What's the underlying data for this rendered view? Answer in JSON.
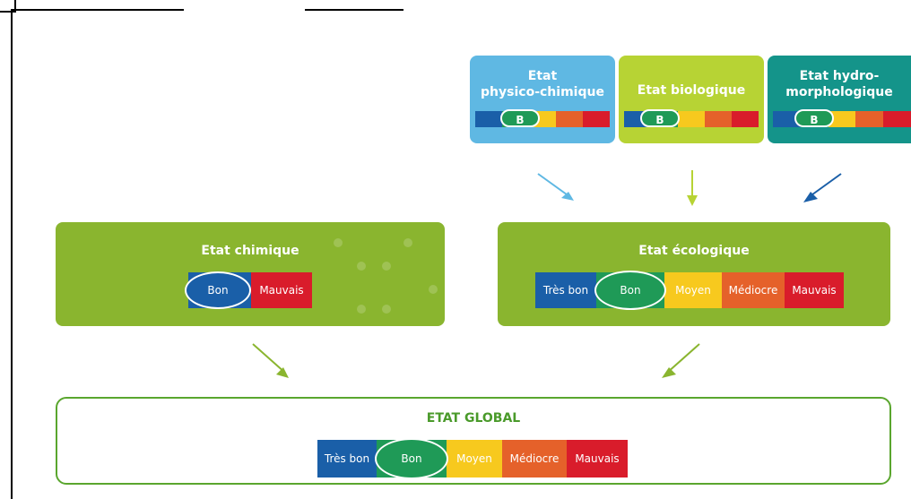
{
  "top_boxes": [
    {
      "title": "Etat\nphysico-chimique",
      "badge": "B",
      "color": "#5fb8e3"
    },
    {
      "title": "Etat biologique",
      "badge": "B",
      "color": "#b7d334"
    },
    {
      "title": "Etat hydro-\nmorphologique",
      "badge": "B",
      "color": "#14948a"
    }
  ],
  "chimique": {
    "title": "Etat chimique",
    "scale": [
      "Bon",
      "Mauvais"
    ]
  },
  "ecologique": {
    "title": "Etat écologique",
    "scale": [
      "Très bon",
      "Bon",
      "Moyen",
      "Médiocre",
      "Mauvais"
    ]
  },
  "global": {
    "title": "ETAT GLOBAL",
    "scale": [
      "Très bon",
      "Bon",
      "Moyen",
      "Médiocre",
      "Mauvais"
    ]
  },
  "colors": {
    "tres_bon": "#1a5fa8",
    "bon": "#1f9a57",
    "moyen": "#f7c91e",
    "mediocre": "#e5612a",
    "mauvais": "#d91c2b",
    "box_green": "#8ab52f",
    "global_border": "#5aa62e"
  }
}
